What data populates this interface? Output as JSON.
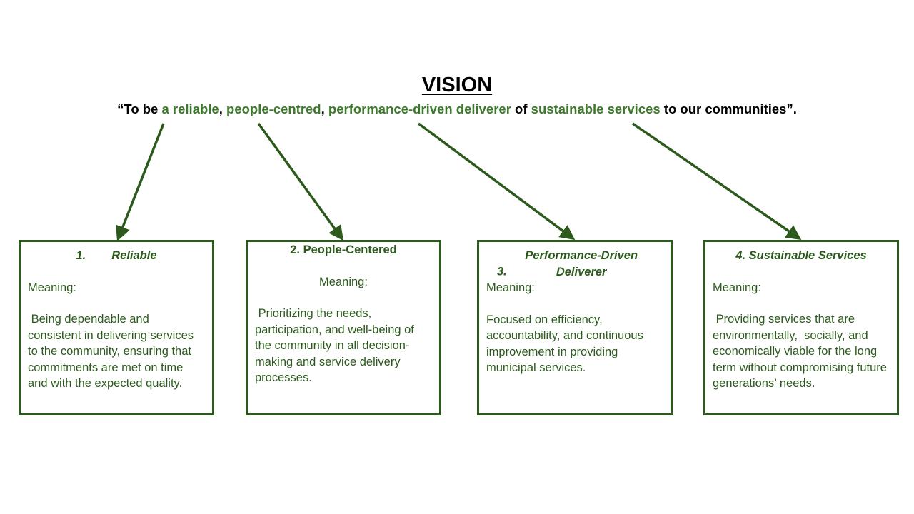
{
  "title": "VISION",
  "statement": {
    "parts": [
      {
        "text": "“To be ",
        "highlight": false
      },
      {
        "text": "a reliable",
        "highlight": true
      },
      {
        "text": ", ",
        "highlight": false
      },
      {
        "text": "people-centred",
        "highlight": true
      },
      {
        "text": ", ",
        "highlight": false
      },
      {
        "text": "performance-driven deliverer",
        "highlight": true
      },
      {
        "text": " of ",
        "highlight": false
      },
      {
        "text": "sustainable services",
        "highlight": true
      },
      {
        "text": " to our communities”.",
        "highlight": false
      }
    ]
  },
  "colors": {
    "highlight": "#3a7a28",
    "box_border": "#2b5a1c",
    "arrow": "#2b5a1c",
    "text": "#2b5a1c"
  },
  "boxes": [
    {
      "number": "1.",
      "heading": "Reliable",
      "meaning_label": "Meaning:",
      "description": " Being dependable and consistent in delivering services to the community, ensuring that commitments are met on time and with the expected quality."
    },
    {
      "number": "2.",
      "heading": "People-Centered",
      "meaning_label": "Meaning:",
      "description": " Prioritizing the needs, participation, and well-being of the community in all decision-making and service delivery processes."
    },
    {
      "number": "3.",
      "heading": "Performance-Driven Deliverer",
      "meaning_label": "Meaning:",
      "description": "Focused on efficiency, accountability, and continuous improvement in providing municipal services."
    },
    {
      "number": "4.",
      "heading": "Sustainable Services",
      "meaning_label": "Meaning:",
      "description": " Providing services that are environmentally,  socially, and economically viable for the long term without compromising future generations’ needs."
    }
  ]
}
